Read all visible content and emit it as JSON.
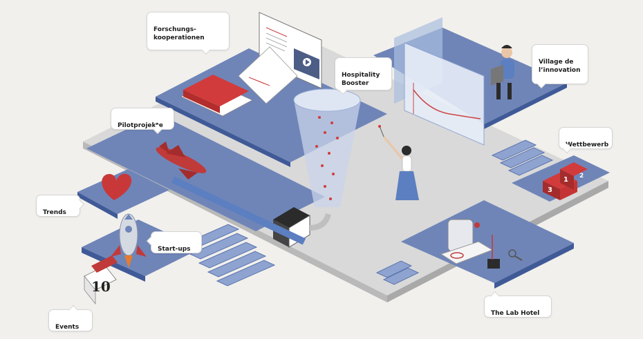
{
  "colors": {
    "background": "#f2f0ec",
    "floor": "#d8d8d8",
    "platform": "#6f85b8",
    "platform_edge": "#3f5a97",
    "accent_red": "#d23b3b",
    "dark": "#2b2b2b"
  },
  "labels": {
    "forschung": "Forschungs-\nkooperationen",
    "hospitality": "Hospitality\nBooster",
    "village": "Village de\nl’innovation",
    "pilot": "Pilotprojekte",
    "wettbewerb": "Wettbewerb",
    "trends": "Trends",
    "startups": "Start-ups",
    "events": "Events",
    "labhotel": "The Lab Hotel"
  },
  "calendar": {
    "day": "10"
  },
  "podium": {
    "first": "1",
    "second": "2",
    "third": "3"
  },
  "icons": [
    "book-stack-icon",
    "document-screen-icon",
    "chart-screens-icon",
    "laptop-person-icon",
    "airplane-icon",
    "heart-icon",
    "rocket-icon",
    "calendar-icon",
    "podium-icon",
    "funnel-icon",
    "woman-figure-icon",
    "microscope-icon",
    "magnifier-icon"
  ]
}
